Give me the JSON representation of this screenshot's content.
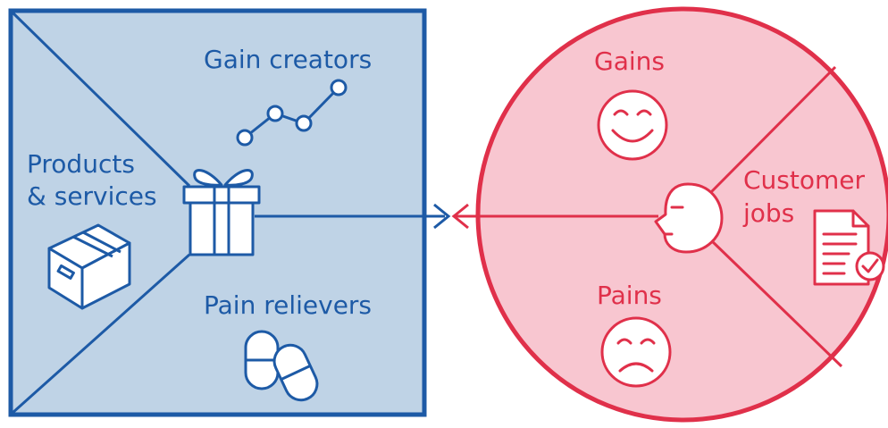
{
  "value_map": {
    "gain_creators": "Gain creators",
    "products_line1": "Products",
    "products_line2": "& services",
    "pain_relievers": "Pain relievers"
  },
  "customer_profile": {
    "gains": "Gains",
    "pains": "Pains",
    "jobs_line1": "Customer",
    "jobs_line2": "jobs"
  },
  "colors": {
    "blue": "#1d5aa6",
    "blue_fill": "#bfd3e6",
    "red": "#e0304a",
    "red_fill": "#f8c6d0"
  },
  "icons": {
    "gain_creators": "trend-line-icon",
    "products": "box-icon",
    "center": "gift-icon",
    "pain_relievers": "pills-icon",
    "gains": "smiley-icon",
    "pains": "frown-icon",
    "customer": "face-profile-icon",
    "jobs": "document-check-icon"
  }
}
